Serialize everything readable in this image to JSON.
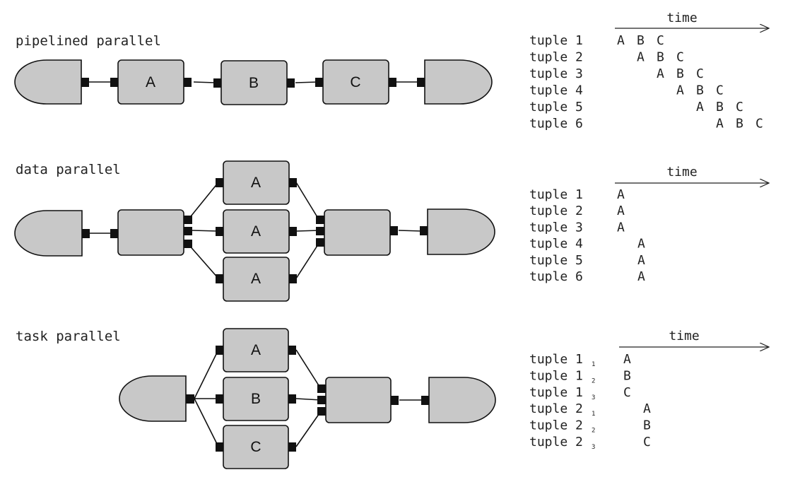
{
  "panels": [
    {
      "title": "pipelined parallel",
      "operators": [
        "A",
        "B",
        "C"
      ],
      "timeline": {
        "axis_label": "time",
        "rows": [
          {
            "label": "tuple 1",
            "sub": "",
            "ops": [
              "A",
              "B",
              "C"
            ],
            "start": 0
          },
          {
            "label": "tuple 2",
            "sub": "",
            "ops": [
              "A",
              "B",
              "C"
            ],
            "start": 1
          },
          {
            "label": "tuple 3",
            "sub": "",
            "ops": [
              "A",
              "B",
              "C"
            ],
            "start": 2
          },
          {
            "label": "tuple 4",
            "sub": "",
            "ops": [
              "A",
              "B",
              "C"
            ],
            "start": 3
          },
          {
            "label": "tuple 5",
            "sub": "",
            "ops": [
              "A",
              "B",
              "C"
            ],
            "start": 4
          },
          {
            "label": "tuple 6",
            "sub": "",
            "ops": [
              "A",
              "B",
              "C"
            ],
            "start": 5
          }
        ]
      }
    },
    {
      "title": "data parallel",
      "operators": [
        "A",
        "A",
        "A"
      ],
      "timeline": {
        "axis_label": "time",
        "rows": [
          {
            "label": "tuple 1",
            "sub": "",
            "ops": [
              "A"
            ],
            "start": 0
          },
          {
            "label": "tuple 2",
            "sub": "",
            "ops": [
              "A"
            ],
            "start": 0
          },
          {
            "label": "tuple 3",
            "sub": "",
            "ops": [
              "A"
            ],
            "start": 0
          },
          {
            "label": "tuple 4",
            "sub": "",
            "ops": [
              "A"
            ],
            "start": 1
          },
          {
            "label": "tuple 5",
            "sub": "",
            "ops": [
              "A"
            ],
            "start": 1
          },
          {
            "label": "tuple 6",
            "sub": "",
            "ops": [
              "A"
            ],
            "start": 1
          }
        ]
      }
    },
    {
      "title": "task parallel",
      "operators": [
        "A",
        "B",
        "C"
      ],
      "timeline": {
        "axis_label": "time",
        "rows": [
          {
            "label": "tuple 1",
            "sub": "1",
            "ops": [
              "A"
            ],
            "start": 0
          },
          {
            "label": "tuple 1",
            "sub": "2",
            "ops": [
              "B"
            ],
            "start": 0
          },
          {
            "label": "tuple 1",
            "sub": "3",
            "ops": [
              "C"
            ],
            "start": 0
          },
          {
            "label": "tuple 2",
            "sub": "1",
            "ops": [
              "A"
            ],
            "start": 1
          },
          {
            "label": "tuple 2",
            "sub": "2",
            "ops": [
              "B"
            ],
            "start": 1
          },
          {
            "label": "tuple 2",
            "sub": "3",
            "ops": [
              "C"
            ],
            "start": 1
          }
        ]
      }
    }
  ]
}
